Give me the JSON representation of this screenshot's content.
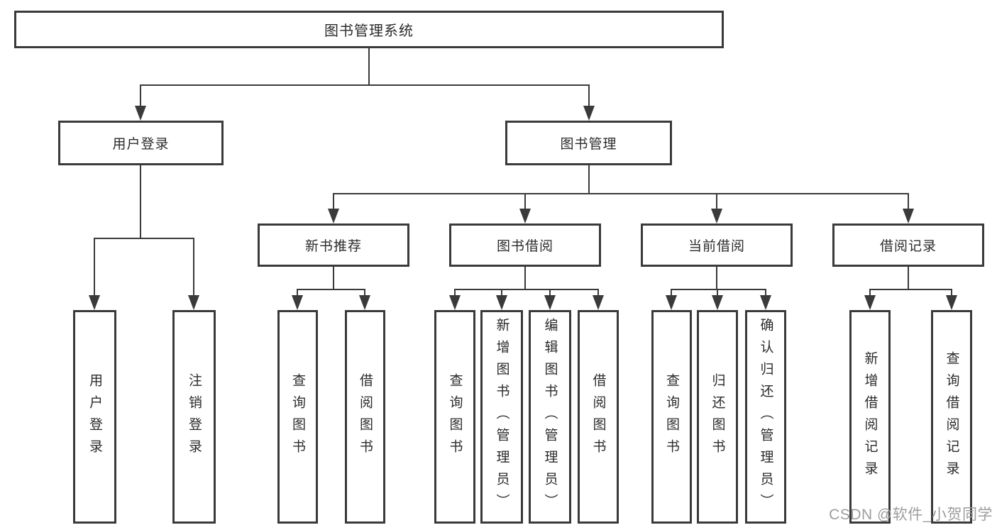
{
  "nodes": {
    "root": {
      "label": "图书管理系统"
    },
    "user_login": {
      "label": "用户登录"
    },
    "book_mgmt": {
      "label": "图书管理"
    },
    "new_book_rec": {
      "label": "新书推荐"
    },
    "book_borrow": {
      "label": "图书借阅"
    },
    "current_borrow": {
      "label": "当前借阅"
    },
    "borrow_records": {
      "label": "借阅记录"
    },
    "leaf_user_login": {
      "label": "用户登录"
    },
    "leaf_logout": {
      "label": "注销登录"
    },
    "leaf_search_books_rec": {
      "label": "查询图书"
    },
    "leaf_borrow_books_rec": {
      "label": "借阅图书"
    },
    "leaf_search_books_bb": {
      "label": "查询图书"
    },
    "leaf_add_books": {
      "label": "新增图书（管理员）"
    },
    "leaf_edit_books": {
      "label": "编辑图书（管理员）"
    },
    "leaf_borrow_books_bb": {
      "label": "借阅图书"
    },
    "leaf_search_books_cur": {
      "label": "查询图书"
    },
    "leaf_return_books": {
      "label": "归还图书"
    },
    "leaf_confirm_return": {
      "label": "确认归还（管理员）"
    },
    "leaf_add_borrow_record": {
      "label": "新增借阅记录"
    },
    "leaf_search_borrow_record": {
      "label": "查询借阅记录"
    }
  },
  "watermark": {
    "text": "CSDN @软件_小贺同学"
  },
  "colors": {
    "line": "#3a3a3a",
    "text": "#2b2b2b",
    "watermark": "#9d9d9d",
    "background": "#ffffff"
  }
}
